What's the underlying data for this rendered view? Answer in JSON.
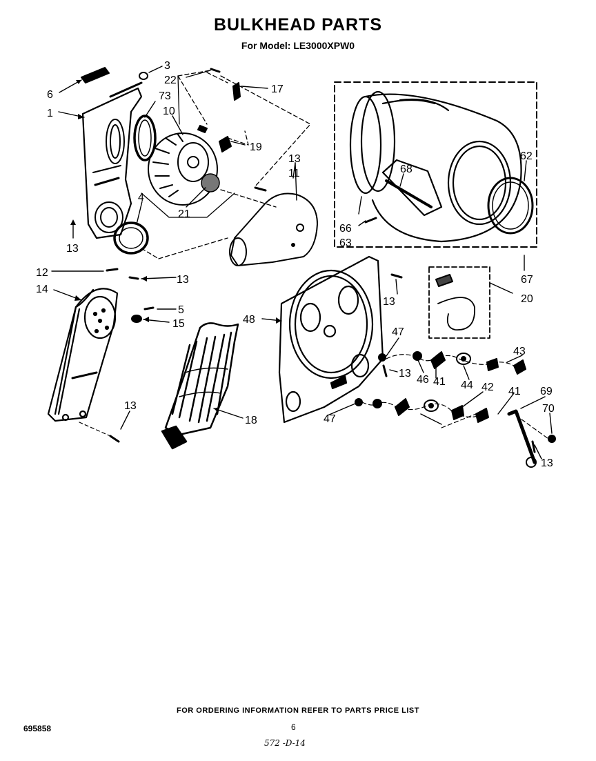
{
  "header": {
    "title": "BULKHEAD PARTS",
    "model_line": "For Model: LE3000XPW0"
  },
  "callouts": {
    "c1": "1",
    "c3": "3",
    "c4": "4",
    "c5": "5",
    "c6": "6",
    "c10": "10",
    "c11": "11",
    "c12": "12",
    "c13a": "13",
    "c13b": "13",
    "c13c": "13",
    "c13d": "13",
    "c13e": "13",
    "c13f": "13",
    "c13g": "13",
    "c14": "14",
    "c15": "15",
    "c17": "17",
    "c18": "18",
    "c19": "19",
    "c20": "20",
    "c21": "21",
    "c22": "22",
    "c41a": "41",
    "c41b": "41",
    "c42": "42",
    "c43": "43",
    "c44": "44",
    "c46": "46",
    "c47a": "47",
    "c47b": "47",
    "c48": "48",
    "c62": "62",
    "c63": "63",
    "c66": "66",
    "c67": "67",
    "c68": "68",
    "c69": "69",
    "c70": "70",
    "c73": "73"
  },
  "footer": {
    "ordering_note": "FOR ORDERING INFORMATION REFER TO PARTS PRICE LIST",
    "document_number": "695858",
    "page_number": "6",
    "handwritten_note": "572 -D-14"
  }
}
